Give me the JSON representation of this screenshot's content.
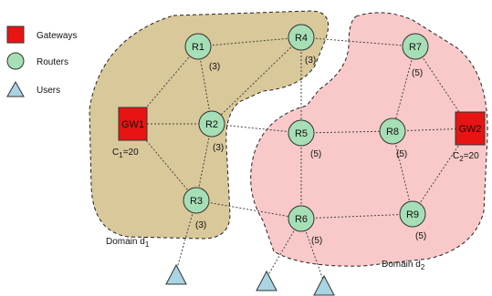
{
  "legend": {
    "gateways": "Gateways",
    "routers": "Routers",
    "users": "Users"
  },
  "colors": {
    "gateway_fill": "#e81414",
    "router_fill": "#a6dfb6",
    "user_fill": "#a8d4e3",
    "domain1_fill": "#d9c89a",
    "domain2_fill": "#f9c9c9"
  },
  "nodes": {
    "R1": {
      "label": "R1",
      "cap": "(3)"
    },
    "R2": {
      "label": "R2",
      "cap": "(3)"
    },
    "R3": {
      "label": "R3",
      "cap": "(3)"
    },
    "R4": {
      "label": "R4",
      "cap": "(3)"
    },
    "R5": {
      "label": "R5",
      "cap": "(5)"
    },
    "R6": {
      "label": "R6",
      "cap": "(5)"
    },
    "R7": {
      "label": "R7",
      "cap": "(5)"
    },
    "R8": {
      "label": "R8",
      "cap": "(5)"
    },
    "R9": {
      "label": "R9",
      "cap": "(5)"
    },
    "GW1": {
      "label": "GW1",
      "cap_prefix": "C",
      "cap_sub": "1",
      "cap_suffix": "=20"
    },
    "GW2": {
      "label": "GW2",
      "cap_prefix": "C",
      "cap_sub": "2",
      "cap_suffix": "=20"
    }
  },
  "domains": {
    "d1": {
      "prefix": "Domain d",
      "sub": "1"
    },
    "d2": {
      "prefix": "Domain d",
      "sub": "2"
    }
  }
}
